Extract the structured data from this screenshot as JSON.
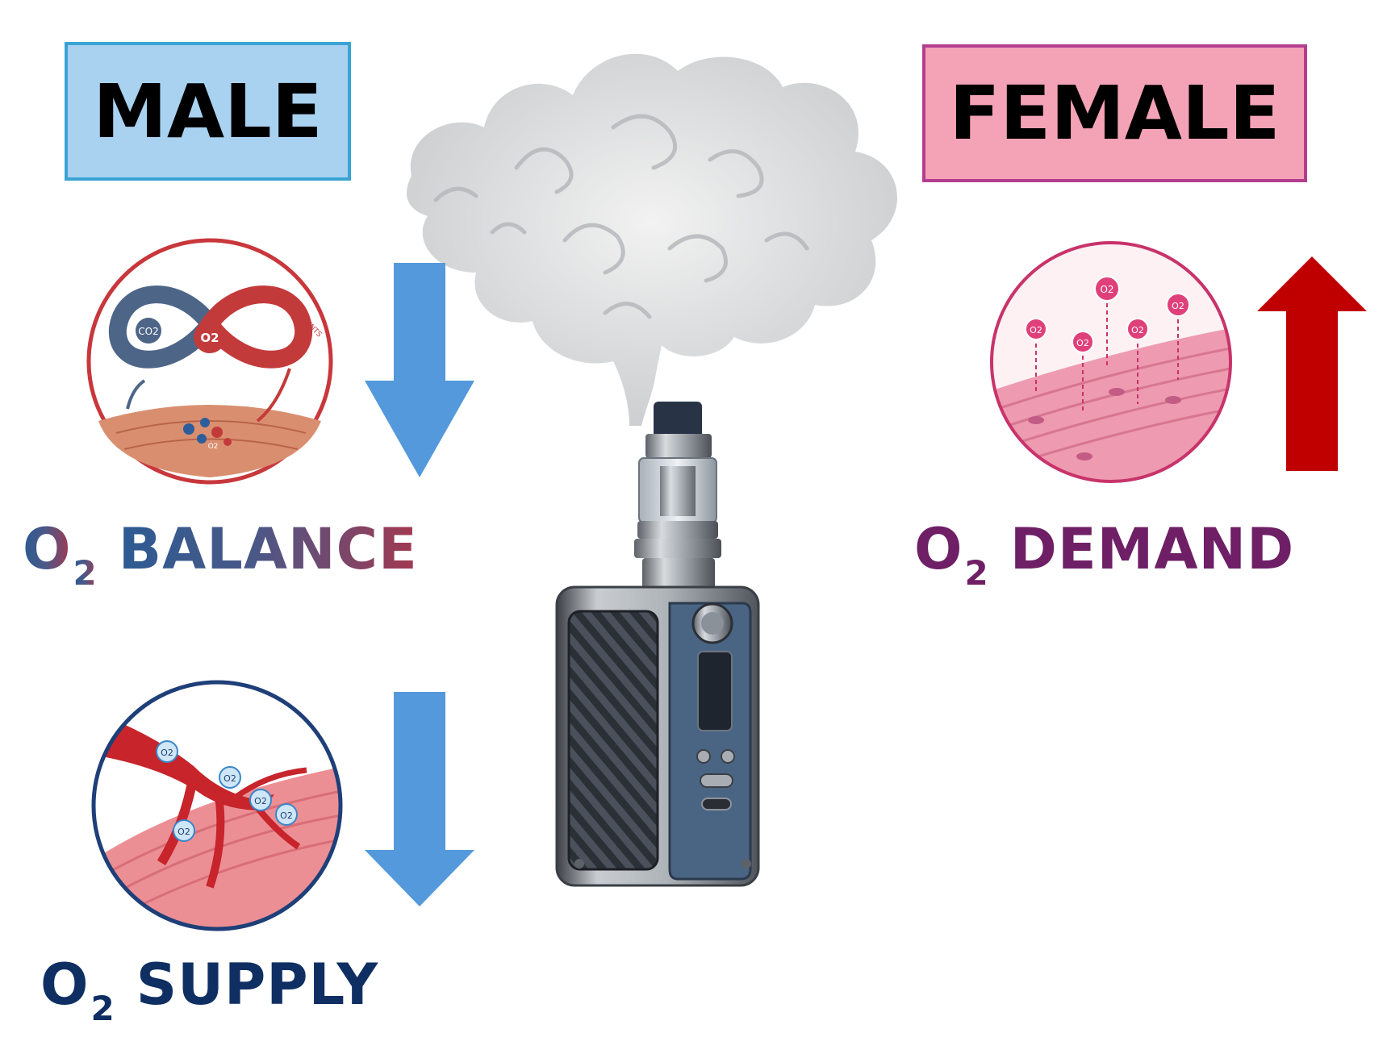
{
  "male": {
    "title": "MALE",
    "balance_main": "O",
    "balance_sub": "2",
    "balance_word": "BALANCE",
    "supply_main": "O",
    "supply_sub": "2",
    "supply_word": "SUPPLY",
    "balance_icon_texts": [
      "CO2",
      "O2",
      "NUTRIENTS",
      "O2"
    ],
    "supply_icon_texts": [
      "O2",
      "O2",
      "O2",
      "O2",
      "O2"
    ],
    "balance_arrow": "down",
    "supply_arrow": "down"
  },
  "female": {
    "title": "FEMALE",
    "demand_main": "O",
    "demand_sub": "2",
    "demand_word": "DEMAND",
    "demand_icon_texts": [
      "O2",
      "O2",
      "O2",
      "O2",
      "O2"
    ],
    "demand_arrow": "up"
  },
  "colors": {
    "male_box": "#a9d2f1",
    "female_box": "#f4a3b6",
    "down_arrow": "#5399db",
    "up_arrow": "#c00000"
  }
}
